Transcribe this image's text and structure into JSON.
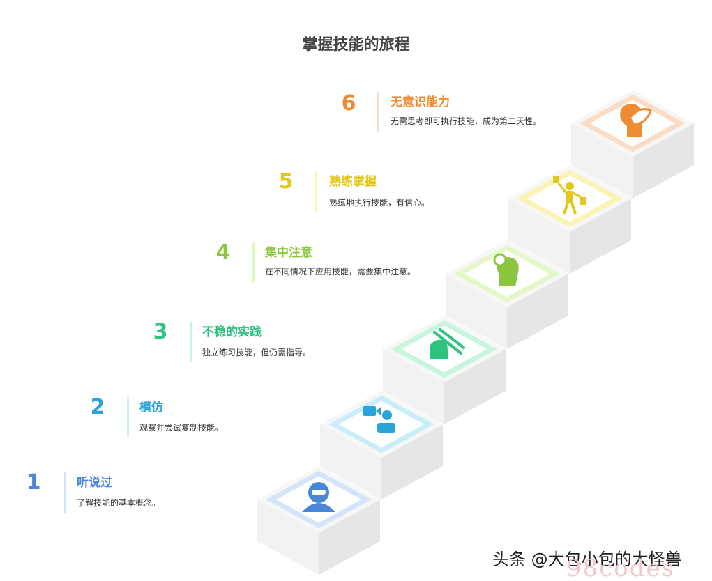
{
  "title": "掌握技能的旅程",
  "steps": [
    {
      "number": "1",
      "title": "听说过",
      "desc": "了解技能的基本概念。",
      "color": "#4a86d8",
      "tile_color": "#d4e4fb",
      "icon": "person-hooded-icon"
    },
    {
      "number": "2",
      "title": "模仿",
      "desc": "观察并尝试复制技能。",
      "color": "#2aa4d8",
      "tile_color": "#c9eef9",
      "icon": "video-learning-icon"
    },
    {
      "number": "3",
      "title": "不稳的实践",
      "desc": "独立练习技能，但仍需指导。",
      "color": "#2fc27f",
      "tile_color": "#c8f5dd",
      "icon": "hand-practice-icon"
    },
    {
      "number": "4",
      "title": "集中注意",
      "desc": "在不同情况下应用技能，需要集中注意。",
      "color": "#8cc63f",
      "tile_color": "#e4f7c7",
      "icon": "head-focus-icon"
    },
    {
      "number": "5",
      "title": "熟练掌握",
      "desc": "熟练地执行技能，有信心。",
      "color": "#e3c71b",
      "tile_color": "#faf3b4",
      "icon": "juggler-icon"
    },
    {
      "number": "6",
      "title": "无意识能力",
      "desc": "无需思考即可执行技能，成为第二天性。",
      "color": "#ec8d34",
      "tile_color": "#fbdcc6",
      "icon": "head-hand-icon"
    }
  ],
  "watermark": {
    "text": "头条 @大包小包的大怪兽",
    "code": "98codes"
  }
}
